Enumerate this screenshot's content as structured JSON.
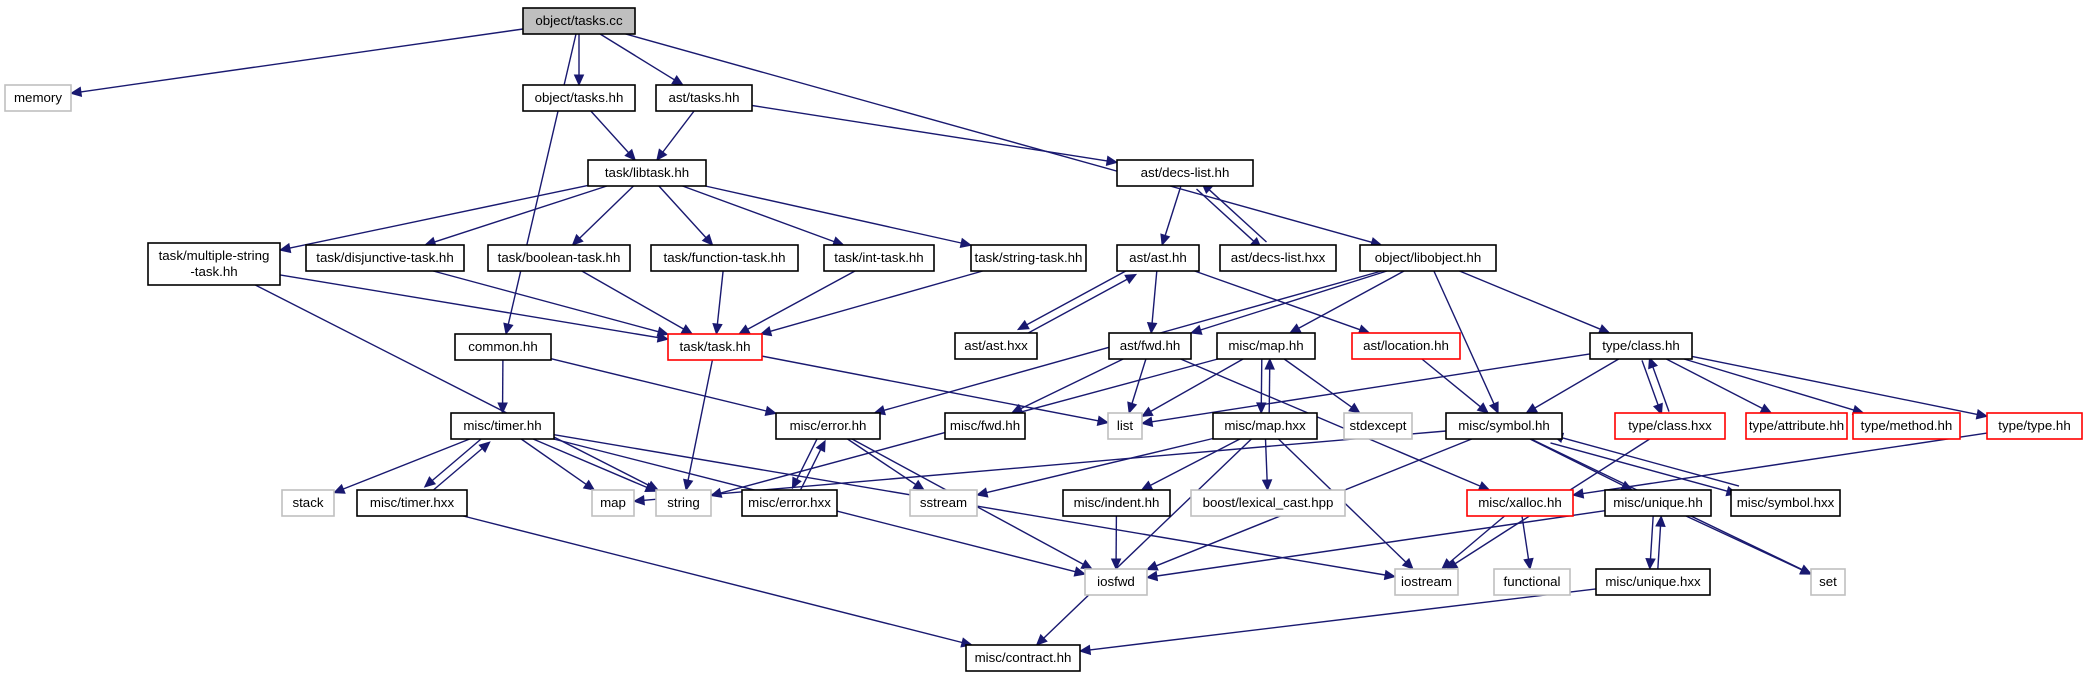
{
  "graph": {
    "nodes": [
      {
        "id": "n0",
        "lines": [
          "object/tasks.cc"
        ],
        "kind": "root"
      },
      {
        "id": "n1",
        "lines": [
          "memory"
        ],
        "kind": "std"
      },
      {
        "id": "n2",
        "lines": [
          "object/tasks.hh"
        ],
        "kind": "normal"
      },
      {
        "id": "n3",
        "lines": [
          "ast/tasks.hh"
        ],
        "kind": "normal"
      },
      {
        "id": "n4",
        "lines": [
          "task/libtask.hh"
        ],
        "kind": "normal"
      },
      {
        "id": "n5",
        "lines": [
          "ast/decs-list.hh"
        ],
        "kind": "normal"
      },
      {
        "id": "n6",
        "lines": [
          "ast/decs-list.hxx"
        ],
        "kind": "normal"
      },
      {
        "id": "n7",
        "lines": [
          "task/multiple-string",
          "-task.hh"
        ],
        "kind": "normal"
      },
      {
        "id": "n8",
        "lines": [
          "task/disjunctive-task.hh"
        ],
        "kind": "normal"
      },
      {
        "id": "n9",
        "lines": [
          "task/boolean-task.hh"
        ],
        "kind": "normal"
      },
      {
        "id": "n10",
        "lines": [
          "task/function-task.hh"
        ],
        "kind": "normal"
      },
      {
        "id": "n11",
        "lines": [
          "task/int-task.hh"
        ],
        "kind": "normal"
      },
      {
        "id": "n12",
        "lines": [
          "task/string-task.hh"
        ],
        "kind": "normal"
      },
      {
        "id": "n13",
        "lines": [
          "ast/ast.hh"
        ],
        "kind": "normal"
      },
      {
        "id": "n14",
        "lines": [
          "object/libobject.hh"
        ],
        "kind": "normal"
      },
      {
        "id": "n15",
        "lines": [
          "task/task.hh"
        ],
        "kind": "incomplete"
      },
      {
        "id": "n16",
        "lines": [
          "common.hh"
        ],
        "kind": "normal"
      },
      {
        "id": "n17",
        "lines": [
          "ast/ast.hxx"
        ],
        "kind": "normal"
      },
      {
        "id": "n18",
        "lines": [
          "ast/fwd.hh"
        ],
        "kind": "normal"
      },
      {
        "id": "n19",
        "lines": [
          "misc/map.hh"
        ],
        "kind": "normal"
      },
      {
        "id": "n20",
        "lines": [
          "ast/location.hh"
        ],
        "kind": "incomplete"
      },
      {
        "id": "n21",
        "lines": [
          "type/class.hh"
        ],
        "kind": "normal"
      },
      {
        "id": "n22",
        "lines": [
          "misc/timer.hh"
        ],
        "kind": "normal"
      },
      {
        "id": "n23",
        "lines": [
          "misc/error.hh"
        ],
        "kind": "normal"
      },
      {
        "id": "n24",
        "lines": [
          "misc/fwd.hh"
        ],
        "kind": "normal"
      },
      {
        "id": "n25",
        "lines": [
          "list"
        ],
        "kind": "std"
      },
      {
        "id": "n26",
        "lines": [
          "misc/map.hxx"
        ],
        "kind": "normal"
      },
      {
        "id": "n27",
        "lines": [
          "stdexcept"
        ],
        "kind": "std"
      },
      {
        "id": "n28",
        "lines": [
          "misc/symbol.hh"
        ],
        "kind": "normal"
      },
      {
        "id": "n29",
        "lines": [
          "type/class.hxx"
        ],
        "kind": "incomplete"
      },
      {
        "id": "n30",
        "lines": [
          "type/attribute.hh"
        ],
        "kind": "incomplete"
      },
      {
        "id": "n31",
        "lines": [
          "type/method.hh"
        ],
        "kind": "incomplete"
      },
      {
        "id": "n32",
        "lines": [
          "type/type.hh"
        ],
        "kind": "incomplete"
      },
      {
        "id": "n33",
        "lines": [
          "stack"
        ],
        "kind": "std"
      },
      {
        "id": "n34",
        "lines": [
          "misc/timer.hxx"
        ],
        "kind": "normal"
      },
      {
        "id": "n35",
        "lines": [
          "map"
        ],
        "kind": "std"
      },
      {
        "id": "n36",
        "lines": [
          "string"
        ],
        "kind": "std"
      },
      {
        "id": "n37",
        "lines": [
          "misc/error.hxx"
        ],
        "kind": "normal"
      },
      {
        "id": "n38",
        "lines": [
          "sstream"
        ],
        "kind": "std"
      },
      {
        "id": "n39",
        "lines": [
          "misc/indent.hh"
        ],
        "kind": "normal"
      },
      {
        "id": "n40",
        "lines": [
          "boost/lexical_cast.hpp"
        ],
        "kind": "std"
      },
      {
        "id": "n41",
        "lines": [
          "misc/xalloc.hh"
        ],
        "kind": "incomplete"
      },
      {
        "id": "n42",
        "lines": [
          "misc/unique.hh"
        ],
        "kind": "normal"
      },
      {
        "id": "n43",
        "lines": [
          "misc/symbol.hxx"
        ],
        "kind": "normal"
      },
      {
        "id": "n44",
        "lines": [
          "iosfwd"
        ],
        "kind": "std"
      },
      {
        "id": "n45",
        "lines": [
          "iostream"
        ],
        "kind": "std"
      },
      {
        "id": "n46",
        "lines": [
          "functional"
        ],
        "kind": "std"
      },
      {
        "id": "n47",
        "lines": [
          "set"
        ],
        "kind": "std"
      },
      {
        "id": "n48",
        "lines": [
          "misc/unique.hxx"
        ],
        "kind": "normal"
      },
      {
        "id": "n49",
        "lines": [
          "misc/contract.hh"
        ],
        "kind": "normal"
      }
    ],
    "edges": [
      [
        "n0",
        "n1"
      ],
      [
        "n0",
        "n2"
      ],
      [
        "n0",
        "n3"
      ],
      [
        "n0",
        "n14"
      ],
      [
        "n0",
        "n16"
      ],
      [
        "n2",
        "n4"
      ],
      [
        "n3",
        "n4"
      ],
      [
        "n3",
        "n5"
      ],
      [
        "n4",
        "n7"
      ],
      [
        "n4",
        "n8"
      ],
      [
        "n4",
        "n9"
      ],
      [
        "n4",
        "n10"
      ],
      [
        "n4",
        "n11"
      ],
      [
        "n4",
        "n12"
      ],
      [
        "n5",
        "n13"
      ],
      [
        "n5",
        "n6"
      ],
      [
        "n6",
        "n5"
      ],
      [
        "n7",
        "n15"
      ],
      [
        "n7",
        "n36"
      ],
      [
        "n8",
        "n15"
      ],
      [
        "n9",
        "n15"
      ],
      [
        "n10",
        "n15"
      ],
      [
        "n11",
        "n15"
      ],
      [
        "n12",
        "n15"
      ],
      [
        "n13",
        "n17"
      ],
      [
        "n17",
        "n13"
      ],
      [
        "n13",
        "n18"
      ],
      [
        "n13",
        "n20"
      ],
      [
        "n14",
        "n18"
      ],
      [
        "n14",
        "n19"
      ],
      [
        "n14",
        "n21"
      ],
      [
        "n14",
        "n23"
      ],
      [
        "n14",
        "n28"
      ],
      [
        "n15",
        "n25"
      ],
      [
        "n15",
        "n36"
      ],
      [
        "n16",
        "n22"
      ],
      [
        "n16",
        "n23"
      ],
      [
        "n18",
        "n24"
      ],
      [
        "n18",
        "n25"
      ],
      [
        "n18",
        "n41"
      ],
      [
        "n19",
        "n25"
      ],
      [
        "n19",
        "n26"
      ],
      [
        "n26",
        "n19"
      ],
      [
        "n19",
        "n27"
      ],
      [
        "n19",
        "n36"
      ],
      [
        "n20",
        "n28"
      ],
      [
        "n21",
        "n25"
      ],
      [
        "n21",
        "n28"
      ],
      [
        "n21",
        "n29"
      ],
      [
        "n29",
        "n21"
      ],
      [
        "n21",
        "n30"
      ],
      [
        "n21",
        "n31"
      ],
      [
        "n21",
        "n32"
      ],
      [
        "n22",
        "n33"
      ],
      [
        "n22",
        "n34"
      ],
      [
        "n34",
        "n22"
      ],
      [
        "n22",
        "n35"
      ],
      [
        "n22",
        "n36"
      ],
      [
        "n22",
        "n44"
      ],
      [
        "n22",
        "n45"
      ],
      [
        "n34",
        "n49"
      ],
      [
        "n23",
        "n37"
      ],
      [
        "n37",
        "n23"
      ],
      [
        "n23",
        "n38"
      ],
      [
        "n23",
        "n44"
      ],
      [
        "n26",
        "n38"
      ],
      [
        "n26",
        "n39"
      ],
      [
        "n26",
        "n40"
      ],
      [
        "n26",
        "n45"
      ],
      [
        "n26",
        "n49"
      ],
      [
        "n28",
        "n35"
      ],
      [
        "n28",
        "n43"
      ],
      [
        "n43",
        "n28"
      ],
      [
        "n28",
        "n42"
      ],
      [
        "n28",
        "n44"
      ],
      [
        "n28",
        "n47"
      ],
      [
        "n29",
        "n45"
      ],
      [
        "n32",
        "n41"
      ],
      [
        "n39",
        "n44"
      ],
      [
        "n41",
        "n45"
      ],
      [
        "n41",
        "n46"
      ],
      [
        "n42",
        "n48"
      ],
      [
        "n48",
        "n42"
      ],
      [
        "n42",
        "n47"
      ],
      [
        "n42",
        "n44"
      ],
      [
        "n48",
        "n49"
      ]
    ]
  }
}
